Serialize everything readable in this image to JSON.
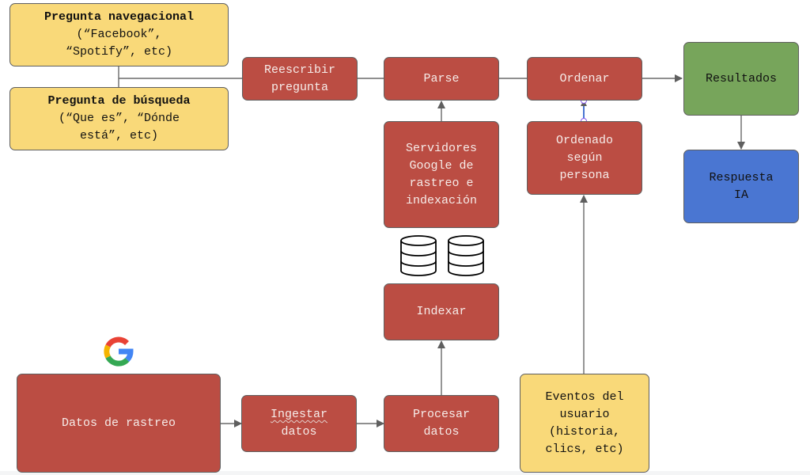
{
  "diagram": {
    "nodes": {
      "pregunta_navegacional": {
        "title": "Pregunta navegacional",
        "body": "(“Facebook”,\n“Spotify”, etc)"
      },
      "pregunta_busqueda": {
        "title": "Pregunta de búsqueda",
        "body": "(“Que es”, “Dónde\nestá”, etc)"
      },
      "reescribir": {
        "label": "Reescribir\npregunta"
      },
      "parse": {
        "label": "Parse"
      },
      "ordenar": {
        "label": "Ordenar"
      },
      "resultados": {
        "label": "Resultados"
      },
      "respuesta_ia": {
        "label": "Respuesta\nIA"
      },
      "servidores": {
        "label": "Servidores\nGoogle de\nrastreo e\nindexación"
      },
      "ordenado_persona": {
        "label": "Ordenado\nsegún\npersona"
      },
      "indexar": {
        "label": "Indexar"
      },
      "datos_rastreo": {
        "label": "Datos de rastreo"
      },
      "ingestar_1": {
        "label": "Ingestar"
      },
      "ingestar_2": {
        "label": "datos"
      },
      "procesar": {
        "label": "Procesar\ndatos"
      },
      "eventos": {
        "label": "Eventos del\nusuario\n(historia,\nclics, etc)"
      }
    },
    "icons": [
      "database-icon",
      "database-icon",
      "google-logo-icon"
    ],
    "colors": {
      "process": "#bb4d43",
      "input": "#f9d979",
      "output": "#77a55b",
      "ai": "#4a76d2",
      "edge": "#5f5f5f",
      "selection": "#8a5cf0"
    }
  }
}
